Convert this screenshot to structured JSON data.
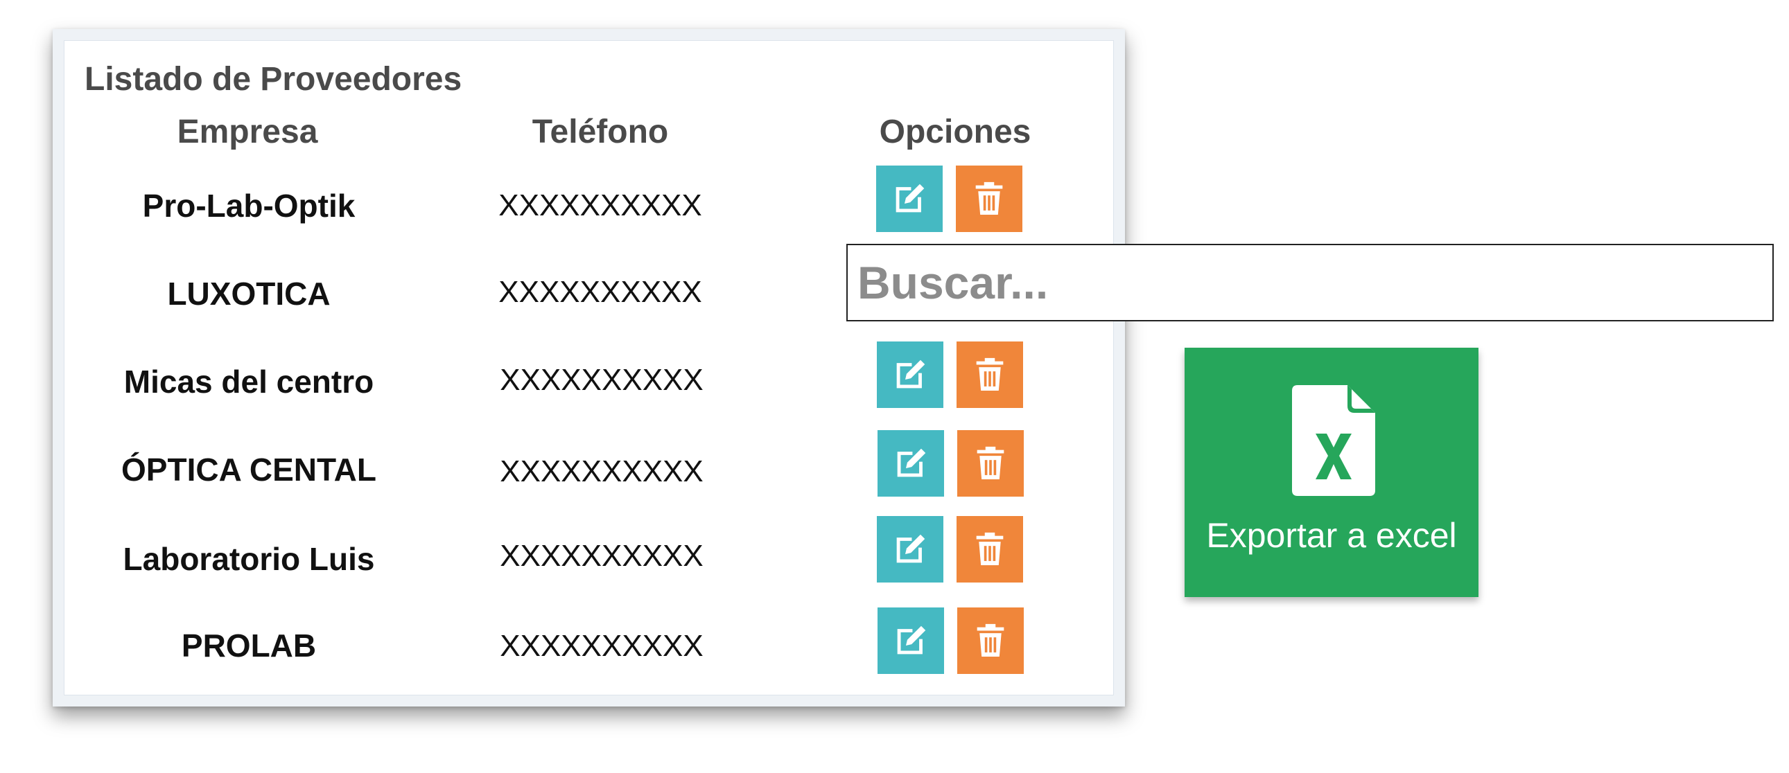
{
  "panel": {
    "title": "Listado de Proveedores",
    "headers": {
      "company": "Empresa",
      "phone": "Teléfono",
      "options": "Opciones"
    },
    "rows": [
      {
        "company": "Pro-Lab-Optik",
        "phone": "XXXXXXXXXX"
      },
      {
        "company": "LUXOTICA",
        "phone": "XXXXXXXXXX"
      },
      {
        "company": "Micas del centro",
        "phone": "XXXXXXXXXX"
      },
      {
        "company": "ÓPTICA CENTAL",
        "phone": "XXXXXXXXXX"
      },
      {
        "company": "Laboratorio Luis",
        "phone": "XXXXXXXXXX"
      },
      {
        "company": "PROLAB",
        "phone": "XXXXXXXXXX"
      }
    ]
  },
  "search": {
    "placeholder": "Buscar...",
    "value": ""
  },
  "export": {
    "label": "Exportar a excel",
    "icon": "excel-file-icon"
  },
  "icons": {
    "edit": "edit-icon",
    "delete": "trash-icon"
  },
  "colors": {
    "edit_button": "#45b9c2",
    "delete_button": "#f0863a",
    "export_button": "#26a65b"
  }
}
